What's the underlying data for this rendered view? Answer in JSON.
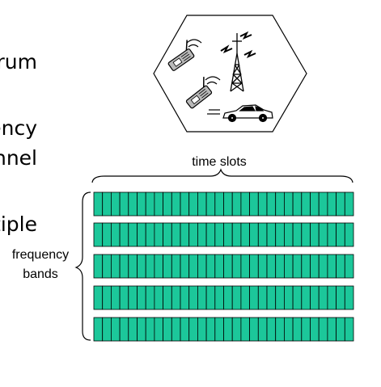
{
  "slide_fragments": {
    "line1": "rum",
    "line2": "ency",
    "line3": "nnel",
    "line4": "ltiple"
  },
  "labels": {
    "time_slots": "time slots",
    "bands_line1": "frequency",
    "bands_line2": "bands"
  },
  "grid": {
    "bands": 5,
    "slots_per_band": 30
  },
  "icons": [
    "cell-phone-icon",
    "cell-phone-icon",
    "antenna-tower-icon",
    "car-icon"
  ],
  "colors": {
    "slot_fill": "#1cc79a",
    "outline": "#000000"
  }
}
